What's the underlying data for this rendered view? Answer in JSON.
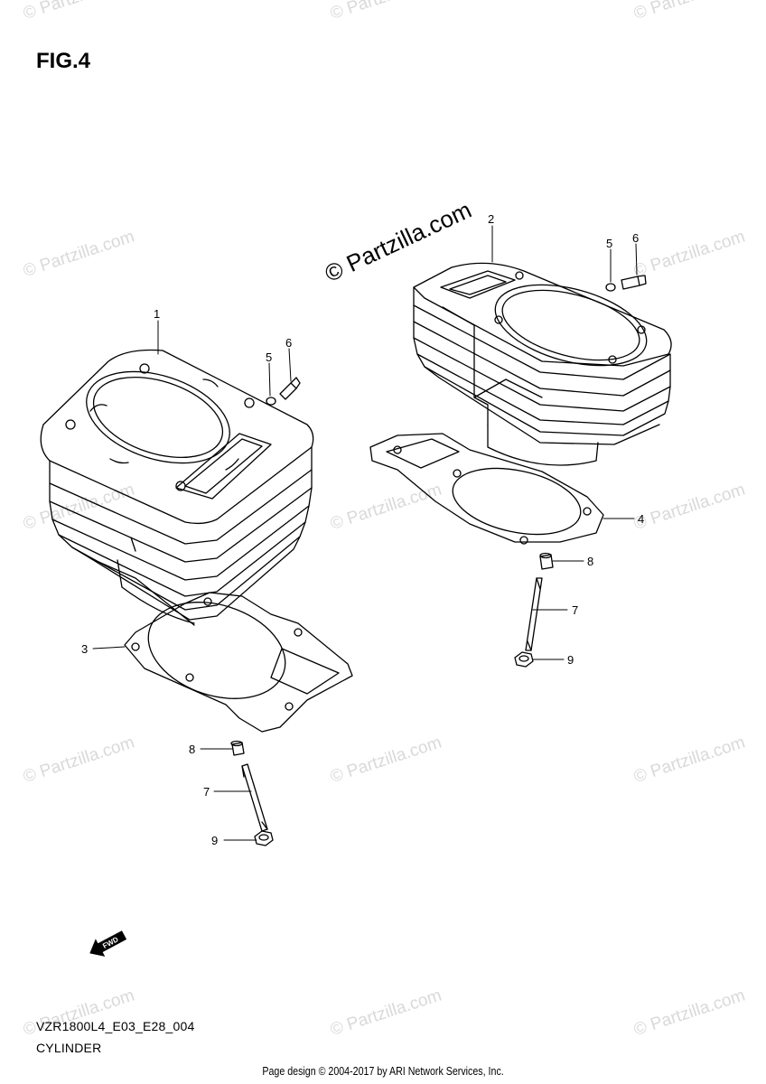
{
  "figure": {
    "title": "FIG.4",
    "code": "VZR1800L4_E03_E28_004",
    "caption": "CYLINDER"
  },
  "watermark": {
    "main": "© Partzilla.com",
    "repeat": "© Partzilla.com"
  },
  "footer": {
    "text": "Page design © 2004-2017 by ARI Network Services, Inc."
  },
  "callouts": {
    "front_cylinder": "1",
    "rear_cylinder": "2",
    "gasket_front": "3",
    "gasket_rear": "4",
    "o_ring_front": "5",
    "o_ring_rear": "5",
    "fitting_front": "6",
    "fitting_rear": "6",
    "pin_front": "8",
    "pin_rear": "8",
    "stud_front": "7",
    "stud_rear": "7",
    "nut_front": "9",
    "nut_rear": "9"
  },
  "fwd_label": "FWD"
}
